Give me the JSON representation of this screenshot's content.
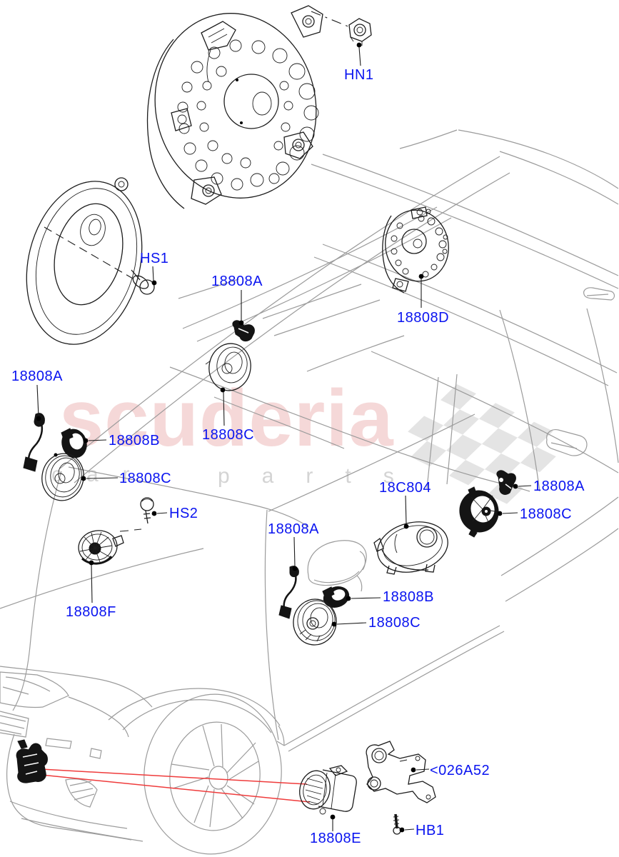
{
  "watermark": {
    "brand": "scuderia",
    "tagline_left": "car",
    "tagline_right": "parts"
  },
  "colors": {
    "label_blue": "#0a14f0",
    "part_line_black": "#1c1c1c",
    "car_outline_gray": "#9b9b9b",
    "watermark_pink": "#f5d8d8",
    "watermark_gray": "#d4d4d4",
    "checker_gray": "#e4e4e4",
    "leader_red": "#ef3b3b"
  },
  "labels": [
    {
      "text": "HN1"
    },
    {
      "text": "HS1"
    },
    {
      "text": "18808A"
    },
    {
      "text": "18808D"
    },
    {
      "text": "18808A"
    },
    {
      "text": "18808B"
    },
    {
      "text": "18808C"
    },
    {
      "text": "18808C"
    },
    {
      "text": "HS2"
    },
    {
      "text": "18C804"
    },
    {
      "text": "18808A"
    },
    {
      "text": "18808C"
    },
    {
      "text": "18808A"
    },
    {
      "text": "18808F"
    },
    {
      "text": "18808B"
    },
    {
      "text": "18808C"
    },
    {
      "text": "<026A52"
    },
    {
      "text": "18808E"
    },
    {
      "text": "HB1"
    }
  ]
}
